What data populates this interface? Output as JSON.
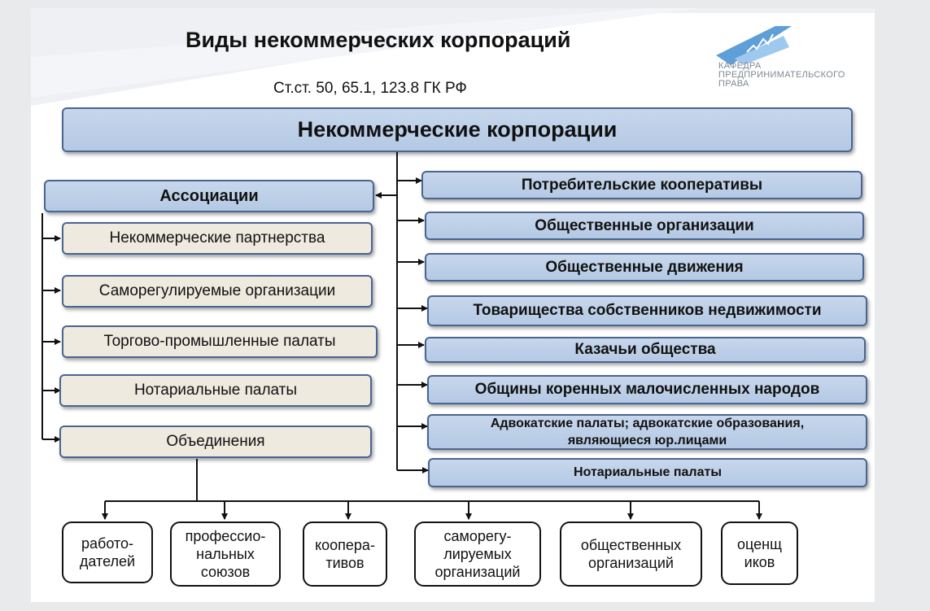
{
  "title": "Виды некоммерческих корпораций",
  "subtitle": "Ст.ст. 50, 65.1, 123.8 ГК РФ",
  "logo": {
    "icon": "chart-logo-icon",
    "lines": [
      "КАФЕДРА",
      "ПРЕДПРИНИМАТЕЛЬСКОГО",
      "ПРАВА"
    ]
  },
  "root": "Некоммерческие корпорации",
  "left": {
    "head": "Ассоциации",
    "items": [
      "Некоммерческие партнерства",
      "Саморегулируемые организации",
      "Торгово-промышленные палаты",
      "Нотариальные палаты",
      "Объединения"
    ]
  },
  "right": [
    "Потребительские кооперативы",
    "Общественные организации",
    "Общественные движения",
    "Товарищества собственников недвижимости",
    "Казачьи общества",
    "Общины коренных малочисленных народов",
    "Адвокатские палаты; адвокатские образования, являющиеся юр.лицами",
    "Нотариальные палаты"
  ],
  "bottom": [
    "работо-дателей",
    "профессио-нальных союзов",
    "коопера-тивов",
    "саморегу-лируемых организаций",
    "общественных организаций",
    "оценщ иков"
  ],
  "colors": {
    "box_blue": "#b4c9e4",
    "box_border": "#4a6591",
    "box_beige": "#eeeadf"
  }
}
